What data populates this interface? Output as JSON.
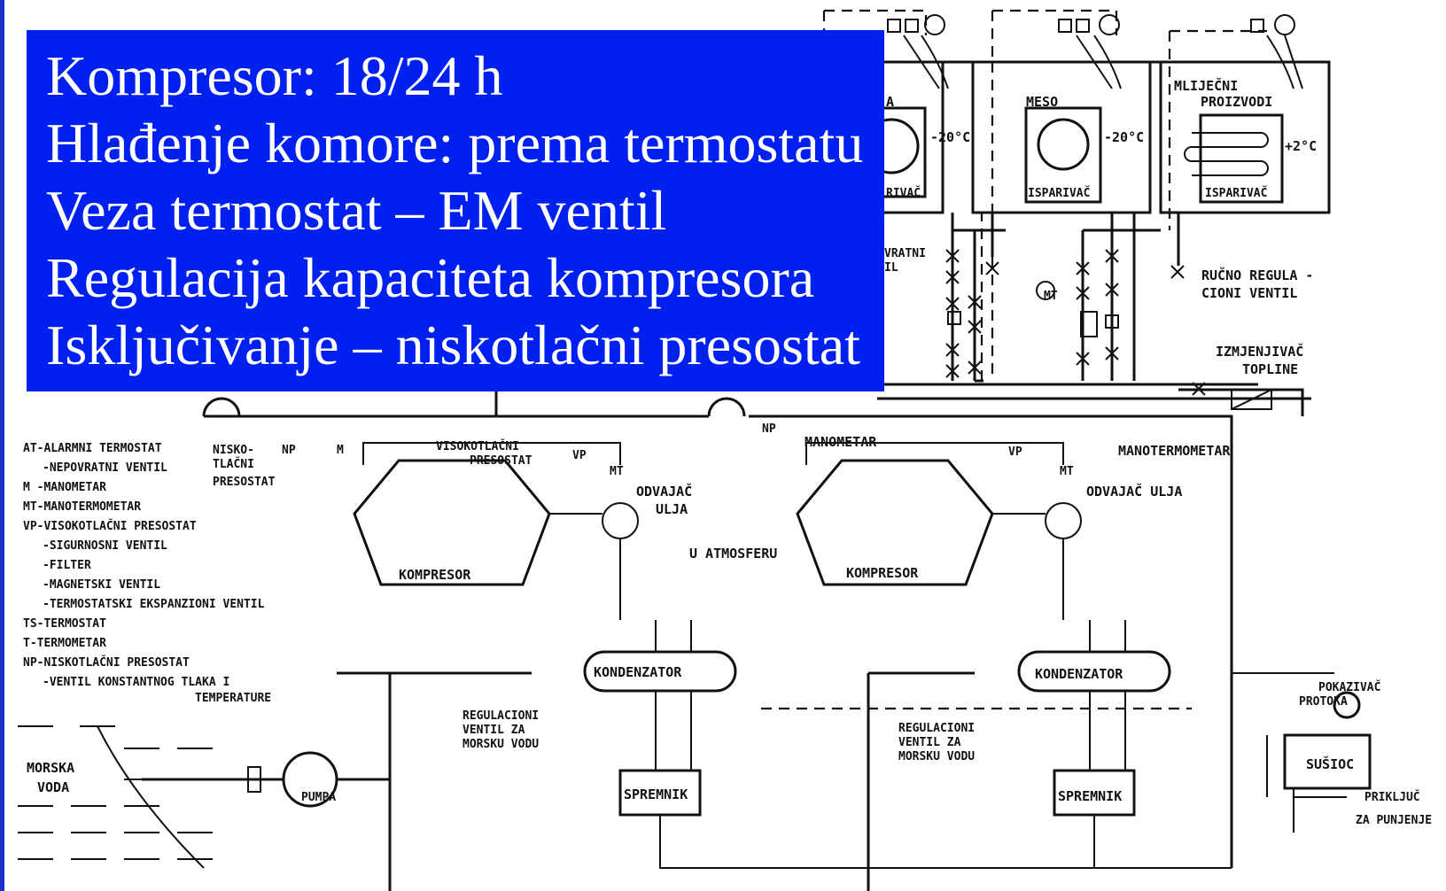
{
  "overlay": {
    "lines": [
      "Kompresor: 18/24 h",
      "Hlađenje komore: prema termostatu",
      "Veza termostat – EM ventil",
      "Regulacija kapaciteta kompresora",
      "Isključivanje – niskotlačni presostat"
    ]
  },
  "legend": [
    "AT-ALARMNI TERMOSTAT",
    "-NEPOVRATNI VENTIL",
    "M -MANOMETAR",
    "MT-MANOTERMOMETAR",
    "VP-VISOKOTLAČNI PRESOSTAT",
    "-SIGURNOSNI VENTIL",
    "-FILTER",
    "-MAGNETSKI VENTIL",
    "-TERMOSTATSKI EKSPANZIONI VENTIL",
    "TS-TERMOSTAT",
    "T-TERMOMETAR",
    "NP-NISKOTLAČNI PRESOSTAT",
    "-VENTIL KONSTANTNOG TLAKA I",
    "TEMPERATURE"
  ],
  "rooms": [
    {
      "name": "MESO",
      "temp": "-20°C",
      "evaporator": "ISPARIVAČ"
    },
    {
      "name": "MLIJEČNI",
      "name2": "PROIZVODI",
      "temp": "+2°C",
      "evaporator": "ISPARIVAČ"
    },
    {
      "name_fragment": "A",
      "temp": "-20°C",
      "evaporator_fragment": "RIVAČ"
    }
  ],
  "labels": {
    "nepovratni_fragment": "VRATNI",
    "nepovratni_fragment2": "IL",
    "mt": "MT",
    "rucno": "RUČNO REGULA -",
    "rucno2": "CIONI VENTIL",
    "izmjenjivac": "IZMJENJIVAČ",
    "izmjenjivac2": "TOPLINE",
    "manotermometar": "MANOTERMOMETAR",
    "np": "NP",
    "manometar": "MANOMETAR",
    "niskotlacni": "NISKO-",
    "niskotlacni2": "TLAČNI",
    "niskotlacni3": "PRESOSTAT",
    "visokotlacni": "VISOKOTLAČNI",
    "visokotlacni2": "PRESOSTAT",
    "vp": "VP",
    "m": "M",
    "odvajac1": "ODVAJAČ",
    "odvajac1b": "ULJA",
    "odvajac2": "ODVAJAČ ULJA",
    "kompresor": "KOMPRESOR",
    "u_atmosferu": "U ATMOSFERU",
    "kondenzator": "KONDENZATOR",
    "regulacioni": "REGULACIONI",
    "regulacioni2a": "VENTIL ZA",
    "regulacioni2b": "VENTIL  ZA",
    "morska_vodu": "MORSKU VODU",
    "spremnik": "SPREMNIK",
    "pumpa": "PUMPA",
    "morska_voda": "MORSKA",
    "morska_voda2": "VODA",
    "pokazivac": "POKAZIVAČ",
    "protoka": "PROTOKA",
    "susioc": "SUŠIOC",
    "prikljuc": "PRIKLJUČ",
    "za_punjenje": "ZA PUNJENJE"
  }
}
